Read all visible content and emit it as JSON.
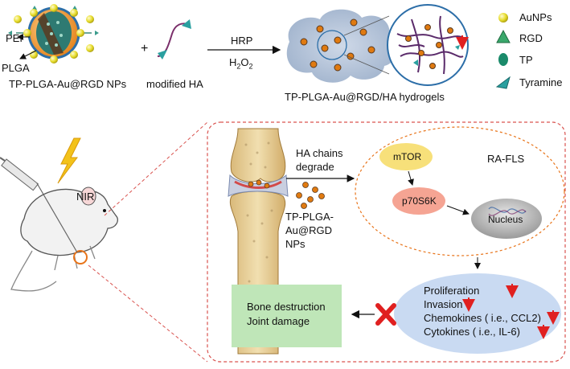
{
  "top": {
    "pei": "PEI",
    "plga": "PLGA",
    "np_name": "TP-PLGA-Au@RGD NPs",
    "plus": "+",
    "modified_ha": "modified HA",
    "hrp": "HRP",
    "h2o2_main": "H",
    "h2o2_sub1": "2",
    "h2o2_mid": "O",
    "h2o2_sub2": "2",
    "hydrogel_name": "TP-PLGA-Au@RGD/HA hydrogels"
  },
  "legend": {
    "items": [
      {
        "label": "AuNPs",
        "icon": "gold-sphere-icon",
        "color": "#e8e23a"
      },
      {
        "label": "RGD",
        "icon": "green-triangle-icon",
        "color": "#3aa86b"
      },
      {
        "label": "TP",
        "icon": "teal-ellipse-icon",
        "color": "#1a8a6a"
      },
      {
        "label": "Tyramine",
        "icon": "teal-triangle-icon",
        "color": "#2aa0a0"
      }
    ]
  },
  "left": {
    "nir": "NIR"
  },
  "panel": {
    "ha_line1": "HA chains",
    "ha_line2": "degrade",
    "np_line1": "TP-PLGA-",
    "np_line2": "Au@RGD",
    "np_line3": "NPs",
    "ra_fls": "RA-FLS",
    "mtor": "mTOR",
    "p70s6k": "p70S6K",
    "nucleus": "Nucleus",
    "outcome_line1": "Bone destruction",
    "outcome_line2": "Joint damage",
    "effects": [
      "Proliferation",
      "Invasion",
      "Chemokines ( i.e., CCL2)",
      "Cytokines ( i.e., IL-6)"
    ]
  },
  "colors": {
    "dashed_red": "#d9534f",
    "mtor_fill": "#f7e07a",
    "p70_fill": "#f5a493",
    "nucleus_fill": "#bdbdbd",
    "effects_fill": "#c9daf2",
    "outcome_fill": "#bfe6b8",
    "down_arrow": "#e02020"
  }
}
